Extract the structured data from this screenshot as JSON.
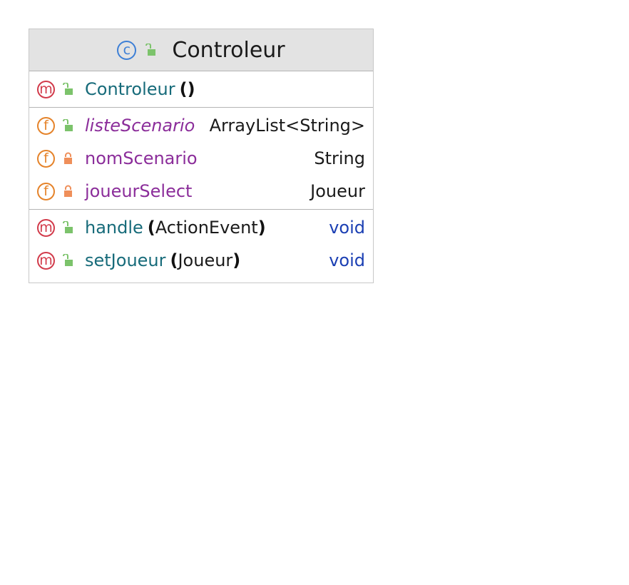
{
  "class": {
    "name": "Controleur",
    "kind_icon": "class-icon",
    "kind_letter": "c"
  },
  "constructors": [
    {
      "name": "Controleur",
      "params": "",
      "visibility": "public",
      "icon_letter": "m"
    }
  ],
  "fields": [
    {
      "name": "listeScenario",
      "type": "ArrayList<String>",
      "visibility": "public",
      "italic": true,
      "icon_letter": "f"
    },
    {
      "name": "nomScenario",
      "type": "String",
      "visibility": "private",
      "italic": false,
      "icon_letter": "f"
    },
    {
      "name": "joueurSelect",
      "type": "Joueur",
      "visibility": "private",
      "italic": false,
      "icon_letter": "f"
    }
  ],
  "methods": [
    {
      "name": "handle",
      "params": "ActionEvent",
      "return_type": "void",
      "visibility": "public",
      "icon_letter": "m"
    },
    {
      "name": "setJoueur",
      "params": "Joueur",
      "return_type": "void",
      "visibility": "public",
      "icon_letter": "m"
    }
  ],
  "colors": {
    "method_badge": "#d23b4b",
    "field_badge": "#e5832a",
    "class_badge": "#3d7fd6",
    "public_lock": "#7cc36b",
    "private_lock": "#ef8f5a",
    "member_name": "#176b7a",
    "field_name": "#8b2d9a",
    "return_type": "#1b3fb3"
  }
}
